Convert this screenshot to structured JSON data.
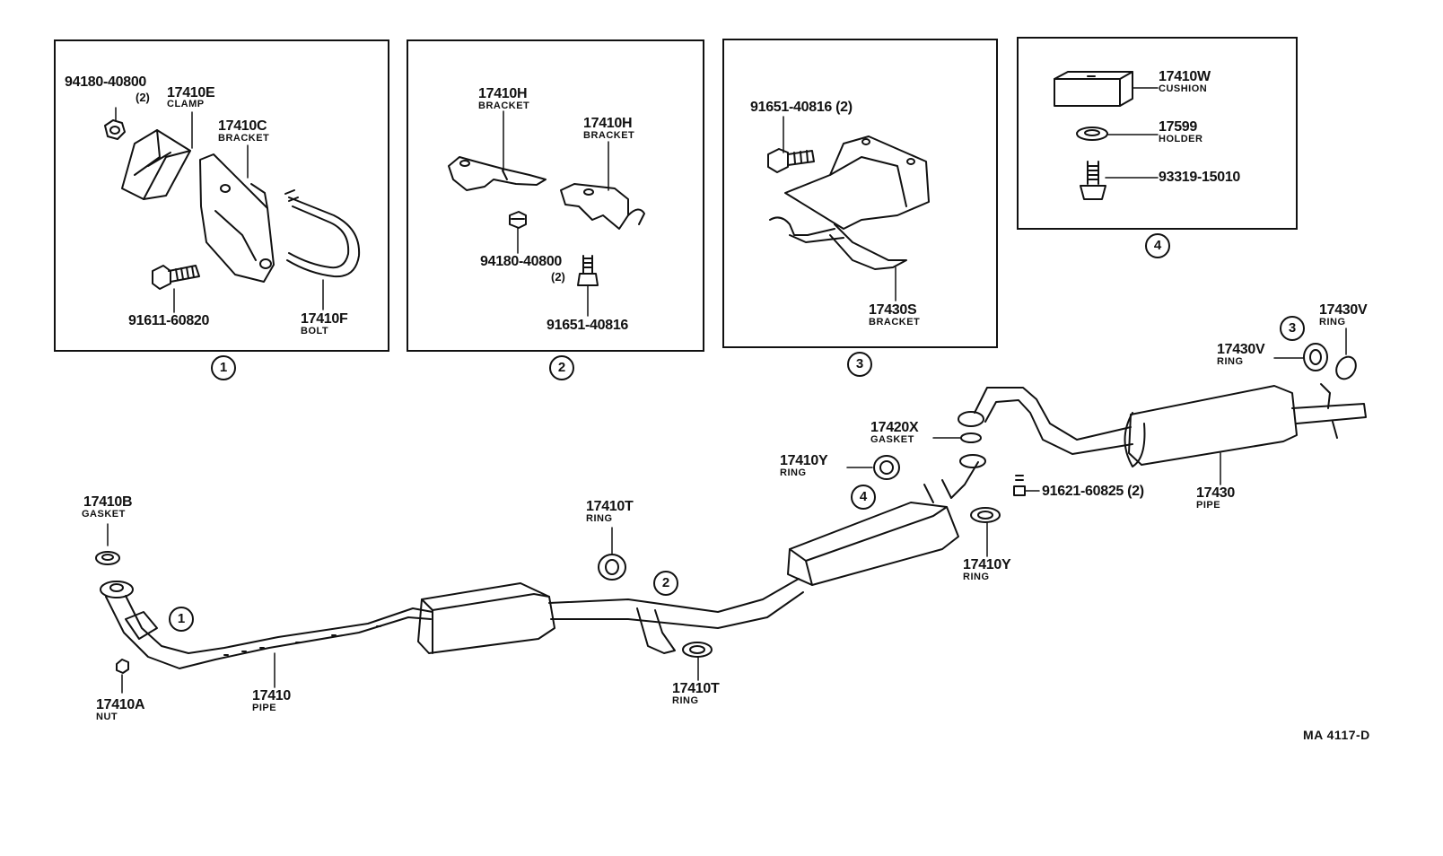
{
  "diagram": {
    "panels": [
      {
        "badge": "1",
        "labels": [
          {
            "part": "94180-40800",
            "qty": "(2)"
          },
          {
            "part": "17410E",
            "name": "CLAMP"
          },
          {
            "part": "17410C",
            "name": "BRACKET"
          },
          {
            "part": "91611-60820"
          },
          {
            "part": "17410F",
            "name": "BOLT"
          }
        ]
      },
      {
        "badge": "2",
        "labels": [
          {
            "part": "17410H",
            "name": "BRACKET"
          },
          {
            "part": "17410H",
            "name": "BRACKET"
          },
          {
            "part": "94180-40800",
            "qty": "(2)"
          },
          {
            "part": "91651-40816"
          }
        ]
      },
      {
        "badge": "3",
        "labels": [
          {
            "part": "91651-40816 (2)"
          },
          {
            "part": "17430S",
            "name": "BRACKET"
          }
        ]
      },
      {
        "badge": "4",
        "labels": [
          {
            "part": "17410W",
            "name": "CUSHION"
          },
          {
            "part": "17599",
            "name": "HOLDER"
          },
          {
            "part": "93319-15010"
          }
        ]
      }
    ],
    "main_labels": [
      {
        "part": "17410B",
        "name": "GASKET"
      },
      {
        "part": "17410A",
        "name": "NUT"
      },
      {
        "part": "17410",
        "name": "PIPE"
      },
      {
        "part": "17410T",
        "name": "RING"
      },
      {
        "part": "17410T",
        "name": "RING"
      },
      {
        "part": "17410Y",
        "name": "RING"
      },
      {
        "part": "17420X",
        "name": "GASKET"
      },
      {
        "part": "91621-60825 (2)"
      },
      {
        "part": "17410Y",
        "name": "RING"
      },
      {
        "part": "17430",
        "name": "PIPE"
      },
      {
        "part": "17430V",
        "name": "RING"
      },
      {
        "part": "17430V",
        "name": "RING"
      }
    ],
    "location_marks": [
      "1",
      "2",
      "4",
      "3"
    ],
    "reference": "MA  4117-D"
  }
}
